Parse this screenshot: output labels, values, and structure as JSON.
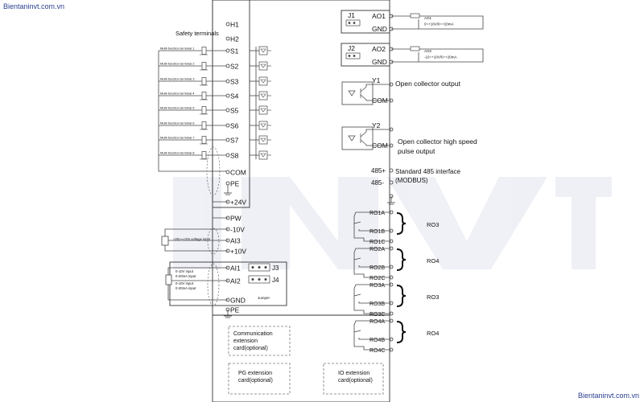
{
  "watermark": {
    "top": "Bientaninvt.com.vn",
    "bottom": "Bientaninvt.com.vn"
  },
  "safety_label": "Safety terminals",
  "safety_terminals": [
    "H1",
    "H2"
  ],
  "digital_inputs": [
    {
      "terminal": "S1",
      "label": "Multi-function terminal 1"
    },
    {
      "terminal": "S2",
      "label": "Multi-function terminal 2"
    },
    {
      "terminal": "S3",
      "label": "Multi-function terminal 3"
    },
    {
      "terminal": "S4",
      "label": "Multi-function terminal 4"
    },
    {
      "terminal": "S5",
      "label": "Multi-function terminal 5"
    },
    {
      "terminal": "S6",
      "label": "Multi-function terminal 6"
    },
    {
      "terminal": "S7",
      "label": "Multi-function terminal 7"
    },
    {
      "terminal": "S8",
      "label": "Multi-function terminal 8"
    }
  ],
  "power_terminals": [
    "COM",
    "PE",
    "+24V",
    "PW",
    "-10V",
    "AI3",
    "+10V",
    "AI1",
    "AI2",
    "GND",
    "PE"
  ],
  "ai3_label": "-10V~+10V voltage input",
  "ai_labels": [
    "0-10V input",
    "0-20mA input",
    "0-10V input",
    "0-20mA input"
  ],
  "jumpers": [
    "J3",
    "J4"
  ],
  "jumper_label": "Jumper",
  "ao": [
    {
      "jumper": "J1",
      "terminal": "AO1",
      "name": "AO1",
      "range": "0~+10V/0~+20mA",
      "gnd": "GND"
    },
    {
      "jumper": "J2",
      "terminal": "AO2",
      "name": "AO2",
      "range": "-10~+10V/0~+20mA",
      "gnd": "GND"
    }
  ],
  "open_collector": [
    {
      "terminal": "Y1",
      "com": "COM",
      "label": "Open collector output"
    },
    {
      "terminal": "Y2",
      "com": "COM",
      "label": "Open collector high speed pulse output"
    }
  ],
  "rs485": {
    "plus": "485+",
    "minus": "485-",
    "label": "Standard 485 interface",
    "sub": "(MODBUS)"
  },
  "relays": [
    {
      "a": "RO1A",
      "b": "RO1B",
      "c": "RO1C",
      "name": "RO3"
    },
    {
      "a": "RO2A",
      "b": "RO2B",
      "c": "RO2C",
      "name": "RO4"
    },
    {
      "a": "RO3A",
      "b": "RO3B",
      "c": "RO3C",
      "name": "RO3"
    },
    {
      "a": "RO4A",
      "b": "RO4B",
      "c": "RO4C",
      "name": "RO4"
    }
  ],
  "ext_cards": [
    {
      "lines": [
        "Communication",
        "extension",
        "card(optional)"
      ]
    },
    {
      "lines": [
        "PG extension",
        "card(optional)"
      ]
    },
    {
      "lines": [
        "IO extension",
        "card(optional)"
      ]
    }
  ]
}
